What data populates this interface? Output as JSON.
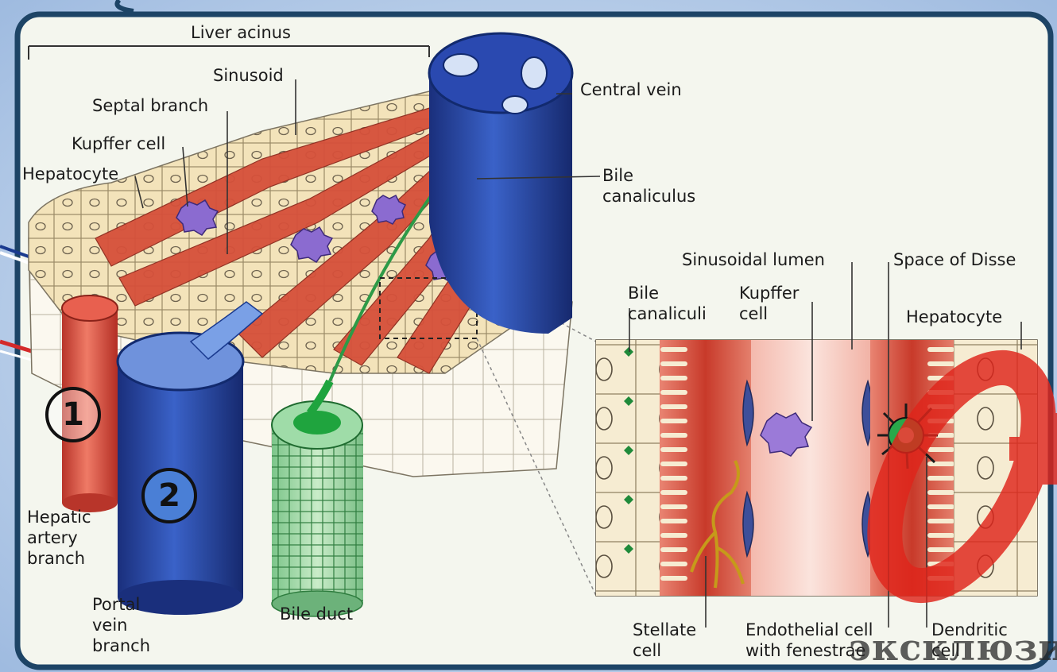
{
  "diagram": {
    "labels": {
      "liver_acinus": "Liver acinus",
      "sinusoid": "Sinusoid",
      "septal_branch": "Septal branch",
      "kupffer_cell": "Kupffer cell",
      "hepatocyte": "Hepatocyte",
      "central_vein": "Central vein",
      "bile_canaliculus": "Bile\ncanaliculus",
      "sinusoidal_lumen": "Sinusoidal lumen",
      "space_of_disse": "Space of Disse",
      "bile_canaliculi": "Bile\ncanaliculi",
      "kupffer_cell_detail": "Kupffer\ncell",
      "hepatocyte_detail": "Hepatocyte",
      "hepatic_artery_branch": "Hepatic\nartery\nbranch",
      "portal_vein_branch": "Portal\nvein\nbranch",
      "bile_duct": "Bile duct",
      "stellate_cell": "Stellate\ncell",
      "endothelial_cell": "Endothelial cell\nwith fenestrae",
      "dendritic_cell": "Dendritic\ncell"
    },
    "markers": {
      "one": "1",
      "two": "2"
    },
    "watermark": "эксклюзив"
  },
  "colors": {
    "background": "#bcd3ec",
    "panel": "#f4f6ee",
    "frame": "#1d4466",
    "hepatocyte": "#f2e0b4",
    "sinusoid": "#d94e38",
    "vein": "#1e3d9a",
    "artery": "#d8483a",
    "bile": "#2d9a47",
    "kupffer": "#8b6bd0"
  }
}
